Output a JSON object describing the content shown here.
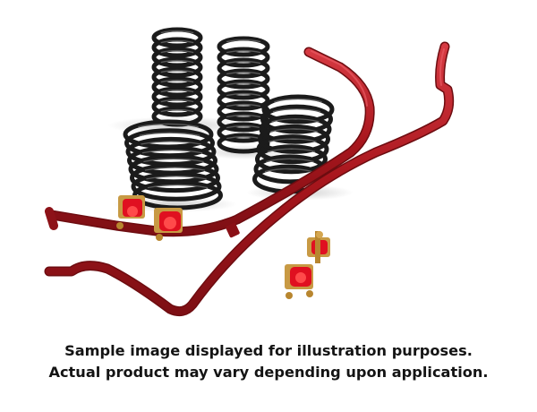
{
  "image": {
    "background": "#ffffff",
    "parts": {
      "springs": "coil-spring",
      "sway_bars": "anti-roll-bar",
      "bushings": "sway-bar-bushing",
      "end_links": "end-link"
    },
    "colors": {
      "spring": "#1b1b1b",
      "bar": "#b21d24",
      "bar_highlight": "#e0505a",
      "bushing": "#e01020",
      "bracket": "#c89a44"
    }
  },
  "caption": {
    "line1": "Sample image displayed for illustration purposes.",
    "line2": "Actual product may vary depending upon application."
  }
}
